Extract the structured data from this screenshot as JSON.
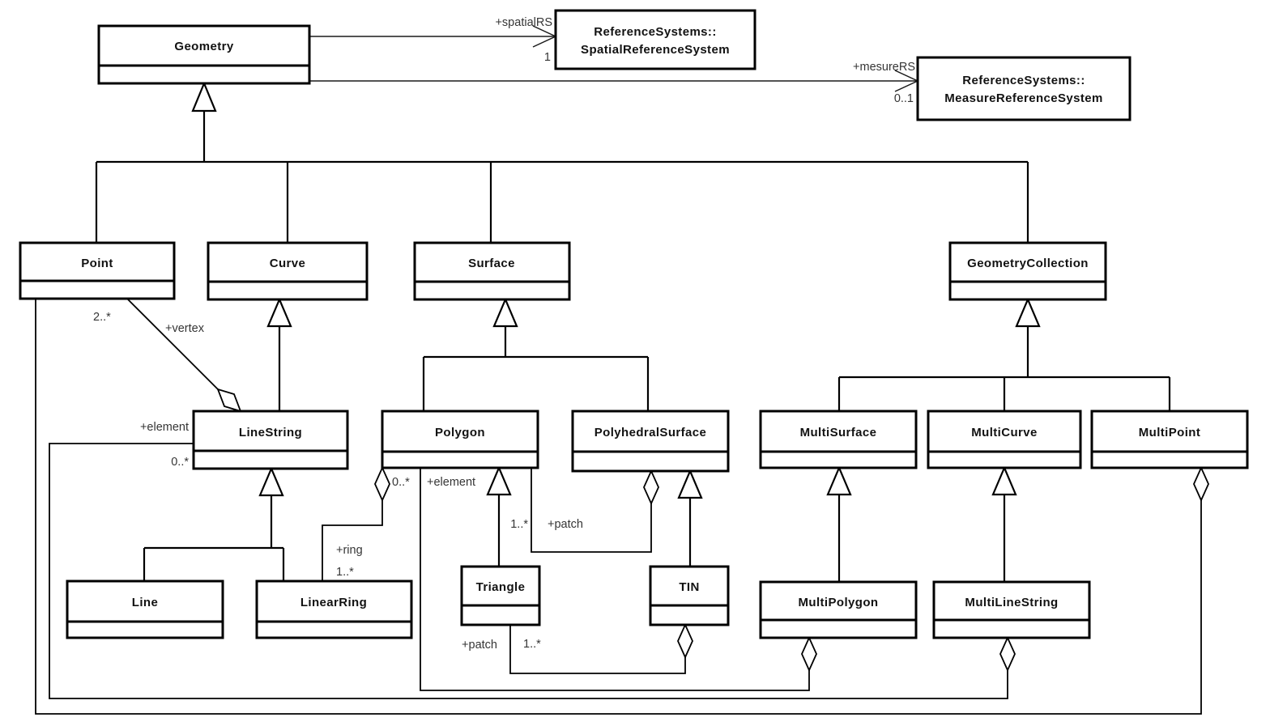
{
  "classes": {
    "geometry": {
      "name": "Geometry"
    },
    "spatial_reference_system": {
      "name_line1": "ReferenceSystems::",
      "name_line2": "SpatialReferenceSystem"
    },
    "measure_reference_system": {
      "name_line1": "ReferenceSystems::",
      "name_line2": "MeasureReferenceSystem"
    },
    "point": {
      "name": "Point"
    },
    "curve": {
      "name": "Curve"
    },
    "surface": {
      "name": "Surface"
    },
    "geometry_collection": {
      "name": "GeometryCollection"
    },
    "line_string": {
      "name": "LineString"
    },
    "polygon": {
      "name": "Polygon"
    },
    "polyhedral_surface": {
      "name": "PolyhedralSurface"
    },
    "multi_surface": {
      "name": "MultiSurface"
    },
    "multi_curve": {
      "name": "MultiCurve"
    },
    "multi_point": {
      "name": "MultiPoint"
    },
    "line": {
      "name": "Line"
    },
    "linear_ring": {
      "name": "LinearRing"
    },
    "triangle": {
      "name": "Triangle"
    },
    "tin": {
      "name": "TIN"
    },
    "multi_polygon": {
      "name": "MultiPolygon"
    },
    "multi_line_string": {
      "name": "MultiLineString"
    }
  },
  "associations": {
    "spatial_rs": {
      "from": "Geometry",
      "to": "ReferenceSystems::SpatialReferenceSystem",
      "role": "+spatialRS",
      "multiplicity": "1",
      "kind": "directed"
    },
    "measure_rs": {
      "from": "Geometry",
      "to": "ReferenceSystems::MeasureReferenceSystem",
      "role": "+mesureRS",
      "multiplicity": "0..1",
      "kind": "directed"
    },
    "vertex": {
      "whole": "LineString",
      "part": "Point",
      "role": "+vertex",
      "multiplicity": "2..*",
      "kind": "aggregation"
    },
    "ring": {
      "whole": "Polygon",
      "part": "LinearRing",
      "role": "+ring",
      "multiplicity": "1..*",
      "kind": "aggregation"
    },
    "patch_polygon": {
      "whole": "PolyhedralSurface",
      "part": "Polygon",
      "role": "+patch",
      "multiplicity": "1..*",
      "kind": "aggregation"
    },
    "patch_triangle": {
      "whole": "TIN",
      "part": "Triangle",
      "role": "+patch",
      "multiplicity": "1..*",
      "kind": "aggregation"
    },
    "element_polygon": {
      "whole": "MultiPolygon",
      "part": "Polygon",
      "role": "+element",
      "multiplicity": "0..*",
      "kind": "aggregation"
    },
    "element_linestring": {
      "whole": "MultiLineString",
      "part": "LineString",
      "role": "+element",
      "multiplicity": "0..*",
      "kind": "aggregation"
    },
    "element_point": {
      "whole": "MultiPoint",
      "part": "Point",
      "kind": "aggregation"
    }
  },
  "generalizations": [
    {
      "parent": "Geometry",
      "children": [
        "Point",
        "Curve",
        "Surface",
        "GeometryCollection"
      ]
    },
    {
      "parent": "Curve",
      "children": [
        "LineString"
      ]
    },
    {
      "parent": "LineString",
      "children": [
        "Line",
        "LinearRing"
      ]
    },
    {
      "parent": "Surface",
      "children": [
        "Polygon",
        "PolyhedralSurface"
      ]
    },
    {
      "parent": "Polygon",
      "children": [
        "Triangle"
      ]
    },
    {
      "parent": "PolyhedralSurface",
      "children": [
        "TIN"
      ]
    },
    {
      "parent": "GeometryCollection",
      "children": [
        "MultiSurface",
        "MultiCurve",
        "MultiPoint"
      ]
    },
    {
      "parent": "MultiSurface",
      "children": [
        "MultiPolygon"
      ]
    },
    {
      "parent": "MultiCurve",
      "children": [
        "MultiLineString"
      ]
    }
  ],
  "colors": {
    "stroke": "#000000",
    "class_text": "#121212",
    "label_text": "#353535",
    "background": "#ffffff"
  }
}
